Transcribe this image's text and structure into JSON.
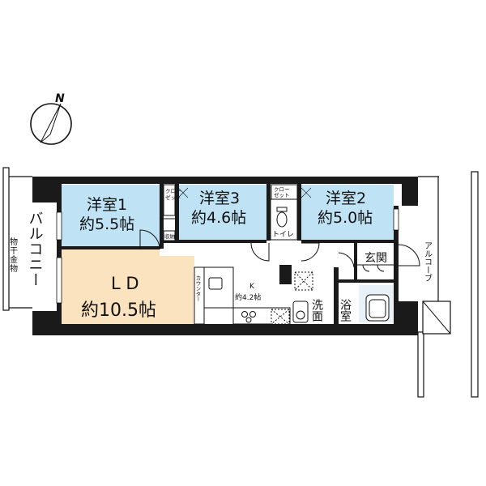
{
  "compass": {
    "north_label": "N"
  },
  "rooms": {
    "western1": {
      "name": "洋室1",
      "size": "約5.5帖"
    },
    "western3": {
      "name": "洋室3",
      "size": "約4.6帖"
    },
    "western2": {
      "name": "洋室2",
      "size": "約5.0帖"
    },
    "ld": {
      "name": "L D",
      "size": "約10.5帖"
    },
    "kitchen": {
      "name": "K",
      "size": "約4.2帖"
    },
    "washroom": "洗面",
    "bath": "浴室",
    "entrance": "玄関",
    "toilet": "トイレ",
    "closet1": "クロー\nゼット",
    "closet3": "クロー\nゼット",
    "storage": "収納",
    "counter": "カウンター"
  },
  "exterior": {
    "balcony": "バルコニー",
    "drying": "物干金物",
    "alcove": "アルコーブ"
  },
  "colors": {
    "bedroom": "#bfe3f5",
    "living": "#fbe3bf",
    "wall": "#1a1a1a",
    "bath_tint": "#e8f1f8"
  }
}
